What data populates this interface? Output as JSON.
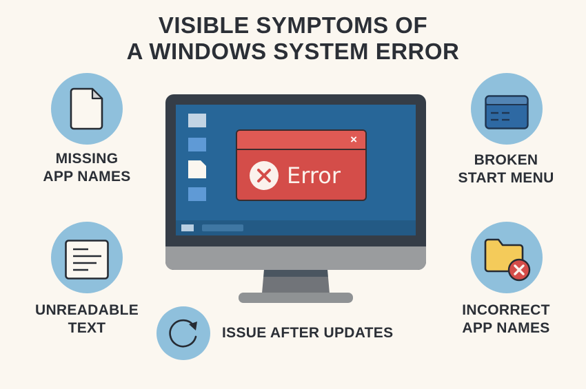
{
  "title": {
    "line1": "VISIBLE SYMPTOMS OF",
    "line2": "A WINDOWS SYSTEM ERROR"
  },
  "symptoms": [
    {
      "id": "missing-app-names",
      "icon": "document-icon",
      "line1": "MISSING",
      "line2": "APP NAMES"
    },
    {
      "id": "broken-start-menu",
      "icon": "window-menu-icon",
      "line1": "BROKEN",
      "line2": "START MENU"
    },
    {
      "id": "unreadable-text",
      "icon": "text-lines-icon",
      "line1": "UNREADABLE",
      "line2": "TEXT"
    },
    {
      "id": "incorrect-app-names",
      "icon": "folder-error-icon",
      "line1": "INCORRECT",
      "line2": "APP NAMES"
    },
    {
      "id": "issue-after-updates",
      "icon": "refresh-icon",
      "label": "ISSUE AFTER UPDATES"
    }
  ],
  "monitor": {
    "error_dialog": {
      "close_glyph": "×",
      "message": "Error",
      "icon": "error-x-icon"
    },
    "desktop_icons": [
      "folder-icon",
      "folder-icon",
      "file-icon",
      "folder-icon"
    ]
  },
  "colors": {
    "background": "#fbf7f0",
    "circle": "#8fc0dc",
    "text": "#2b2f36",
    "screen": "#276698",
    "error_red": "#d44d49",
    "bezel": "#353d47",
    "chin": "#9a9c9e"
  }
}
